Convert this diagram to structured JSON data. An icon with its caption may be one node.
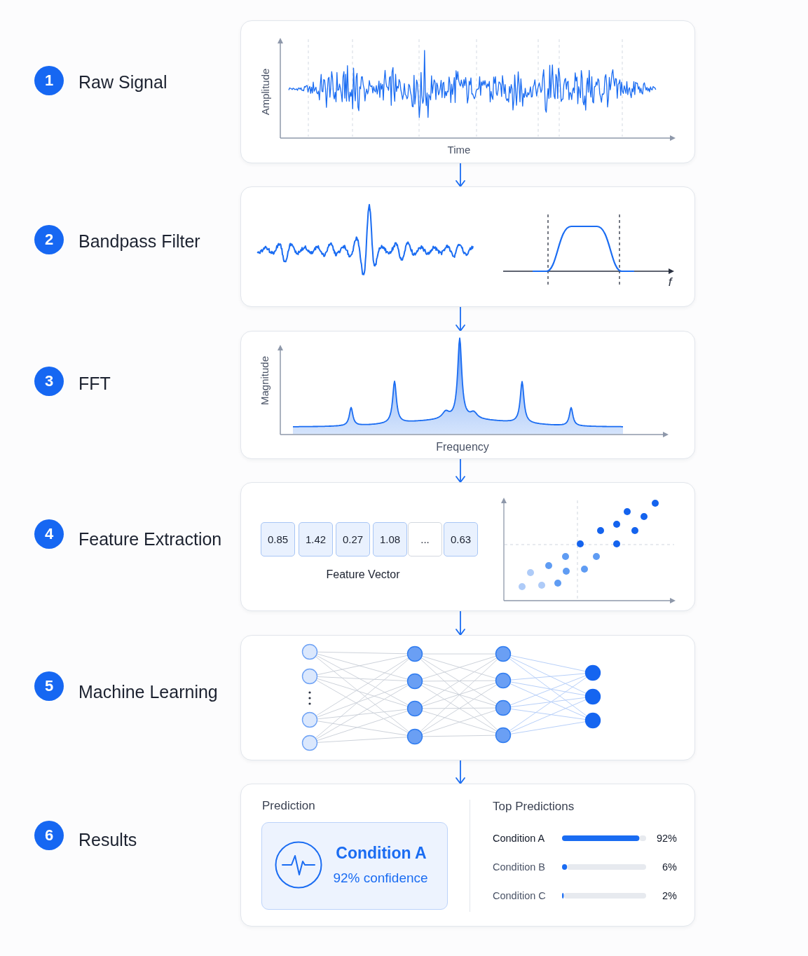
{
  "diagram": {
    "nodes": [
      {
        "text": [
          "1"
        ],
        "beside": [
          "Raw Signal"
        ]
      },
      {
        "text": [
          "Amplitude",
          "Time"
        ]
      },
      {
        "text": [
          "2"
        ],
        "beside": [
          "Bandpass Filter"
        ]
      },
      {
        "text": [
          "f"
        ]
      },
      {
        "text": [
          "3"
        ],
        "beside": [
          "FFT"
        ]
      },
      {
        "text": [
          "Magnitude",
          "Frequency"
        ]
      },
      {
        "text": [
          "4"
        ],
        "beside": [
          "Feature Extraction"
        ]
      },
      {
        "text": [
          "Feature Vector"
        ]
      },
      {
        "text": [
          "0.85"
        ],
        "in": 7
      },
      {
        "text": [
          "1.42"
        ],
        "in": 7
      },
      {
        "text": [
          "0.27"
        ],
        "in": 7
      },
      {
        "text": [
          "1.08"
        ],
        "in": 7
      },
      {
        "text": [
          "..."
        ],
        "in": 7
      },
      {
        "text": [
          "0.63"
        ],
        "in": 7
      },
      {
        "text": [
          "5"
        ],
        "beside": [
          "Machine Learning"
        ]
      },
      {
        "text": [],
        "shape": "box"
      },
      {
        "text": [
          "6"
        ],
        "beside": [
          "Results"
        ]
      },
      {
        "text": [
          "Prediction"
        ]
      },
      {
        "text": [
          "Condition A",
          "92% confidence"
        ],
        "in": 17
      }
    ],
    "edges": [
      {
        "from": 1,
        "to": 3,
        "arrow": "to"
      },
      {
        "from": 3,
        "to": 5,
        "arrow": "to"
      },
      {
        "from": 5,
        "to": 7,
        "arrow": "to"
      },
      {
        "from": 7,
        "to": 15,
        "arrow": "to"
      },
      {
        "from": 15,
        "to": 17,
        "arrow": "to"
      }
    ],
    "chart_data": {
      "type": "bar",
      "orientation": "horizontal",
      "title": "Top Predictions",
      "categories": [
        "Condition A",
        "Condition B",
        "Condition C"
      ],
      "values": [
        92,
        6,
        2
      ],
      "value_labels": [
        "92%",
        "6%",
        "2%"
      ]
    }
  }
}
